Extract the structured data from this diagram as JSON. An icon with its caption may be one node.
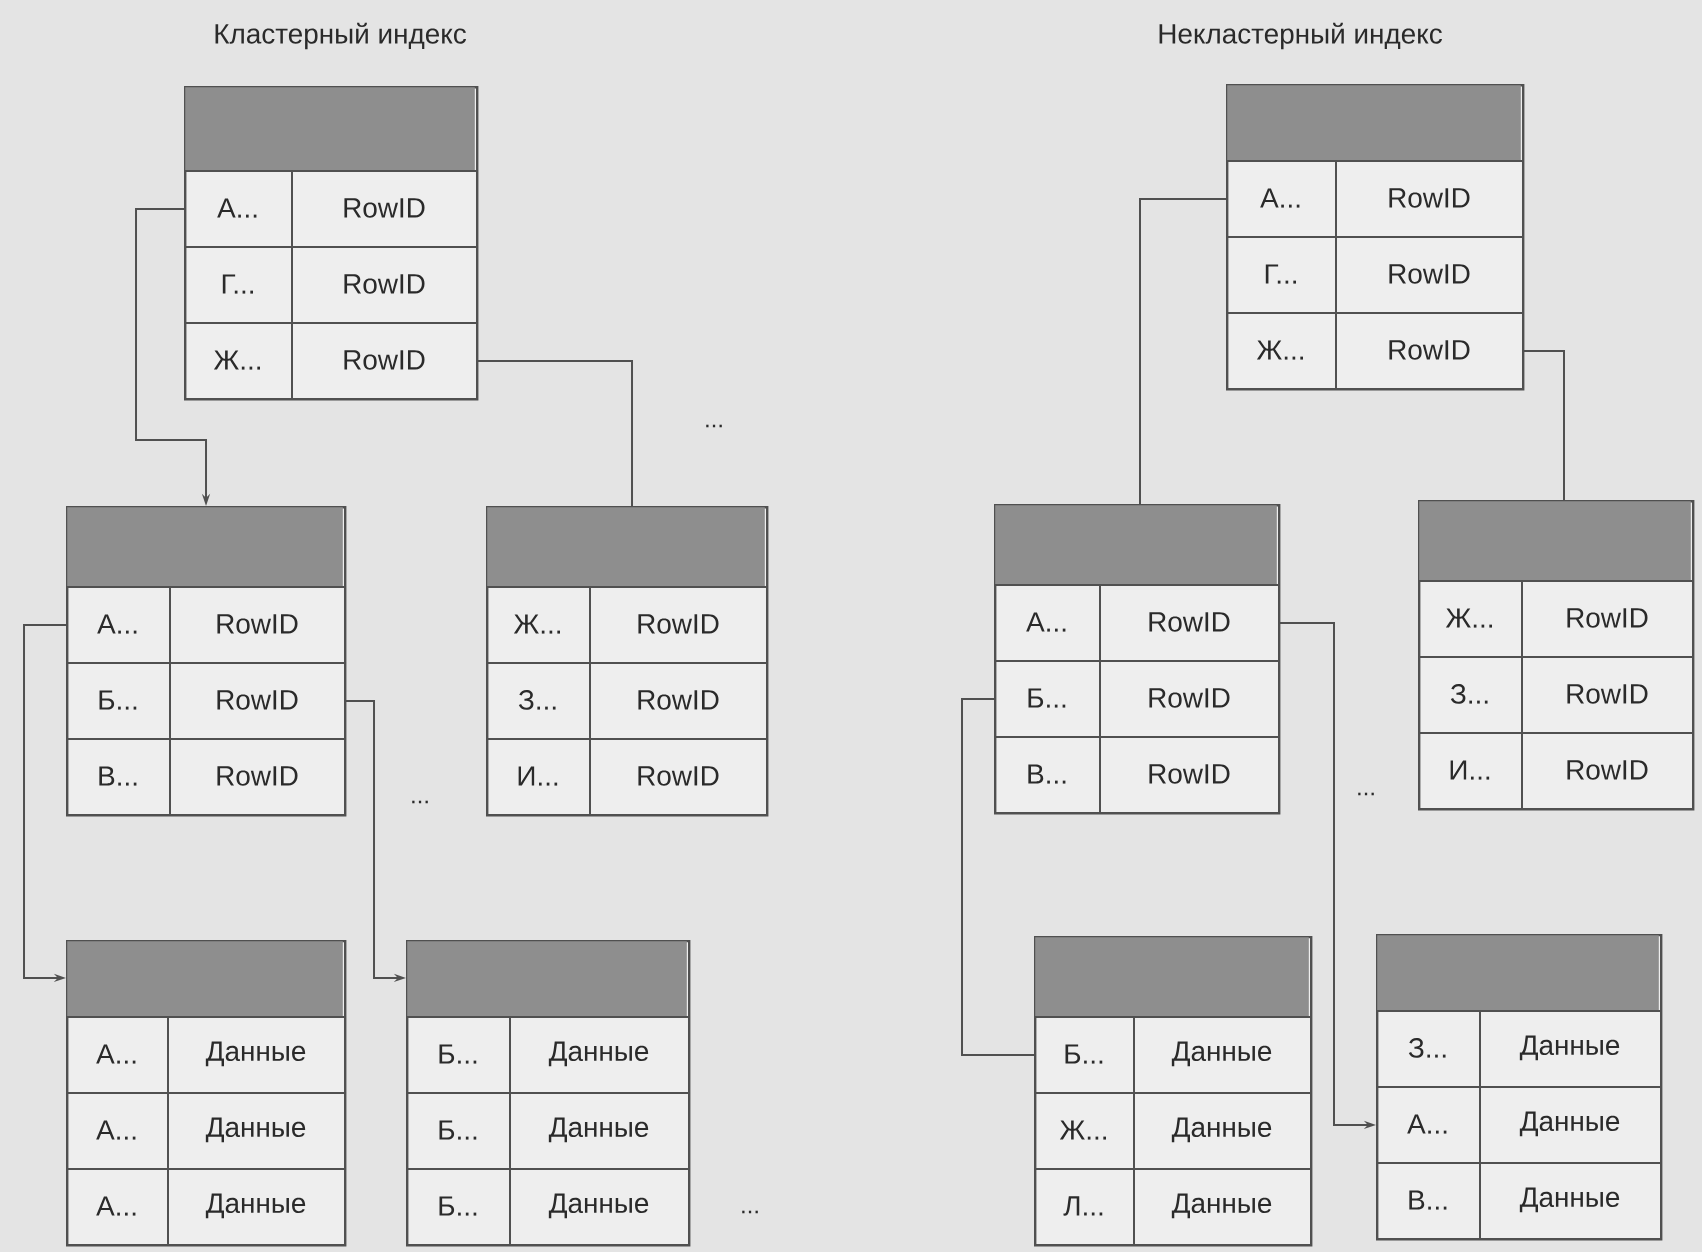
{
  "diagram": {
    "nodes": [
      {
        "text": [],
        "shape": "box"
      },
      {
        "text": [
          "А...",
          "RowID"
        ],
        "in": 0
      },
      {
        "text": [
          "Г...",
          "RowID"
        ],
        "in": 0
      },
      {
        "text": [
          "Ж...",
          "RowID"
        ],
        "in": 0
      },
      {
        "text": [],
        "shape": "box"
      },
      {
        "text": [
          "А...",
          "RowID"
        ],
        "in": 4
      },
      {
        "text": [
          "Б...",
          "RowID"
        ],
        "in": 4
      },
      {
        "text": [
          "В...",
          "RowID"
        ],
        "in": 4
      },
      {
        "text": [],
        "shape": "box"
      },
      {
        "text": [
          "Ж...",
          "RowID"
        ],
        "in": 8
      },
      {
        "text": [
          "З...",
          "RowID"
        ],
        "in": 8
      },
      {
        "text": [
          "И...",
          "RowID"
        ],
        "in": 8
      },
      {
        "text": [],
        "shape": "box"
      },
      {
        "text": [
          "А...",
          "Данные"
        ],
        "in": 12
      },
      {
        "text": [
          "А...",
          "Данные"
        ],
        "in": 12
      },
      {
        "text": [
          "А...",
          "Данные"
        ],
        "in": 12
      },
      {
        "text": [],
        "shape": "box"
      },
      {
        "text": [
          "Б...",
          "Данные"
        ],
        "in": 16
      },
      {
        "text": [
          "Б...",
          "Данные"
        ],
        "in": 16
      },
      {
        "text": [
          "Б...",
          "Данные"
        ],
        "in": 16
      },
      {
        "text": [],
        "shape": "box"
      },
      {
        "text": [
          "А...",
          "RowID"
        ],
        "in": 20
      },
      {
        "text": [
          "Г...",
          "RowID"
        ],
        "in": 20
      },
      {
        "text": [
          "Ж...",
          "RowID"
        ],
        "in": 20
      },
      {
        "text": [],
        "shape": "box"
      },
      {
        "text": [
          "А...",
          "RowID"
        ],
        "in": 24
      },
      {
        "text": [
          "Б...",
          "RowID"
        ],
        "in": 24
      },
      {
        "text": [
          "В...",
          "RowID"
        ],
        "in": 24
      },
      {
        "text": [],
        "shape": "box"
      },
      {
        "text": [
          "Ж...",
          "RowID"
        ],
        "in": 28
      },
      {
        "text": [
          "З...",
          "RowID"
        ],
        "in": 28
      },
      {
        "text": [
          "И...",
          "RowID"
        ],
        "in": 28
      },
      {
        "text": [],
        "shape": "box"
      },
      {
        "text": [
          "Б...",
          "Данные"
        ],
        "in": 32
      },
      {
        "text": [
          "Ж...",
          "Данные"
        ],
        "in": 32
      },
      {
        "text": [
          "Л...",
          "Данные"
        ],
        "in": 32
      },
      {
        "text": [],
        "shape": "box"
      },
      {
        "text": [
          "З...",
          "Данные"
        ],
        "in": 36
      },
      {
        "text": [
          "А...",
          "Данные"
        ],
        "in": 36
      },
      {
        "text": [
          "В...",
          "Данные"
        ],
        "in": 36
      }
    ],
    "edges": [
      {
        "from": 1,
        "to": 4,
        "arrow": "to"
      },
      {
        "from": 3,
        "to": 8,
        "arrow": "none"
      },
      {
        "from": 5,
        "to": 12,
        "arrow": "to"
      },
      {
        "from": 6,
        "to": 16,
        "arrow": "to"
      },
      {
        "from": 21,
        "to": 24,
        "arrow": "none"
      },
      {
        "from": 23,
        "to": 28,
        "arrow": "none"
      },
      {
        "from": 25,
        "to": 38,
        "arrow": "to"
      },
      {
        "from": 26,
        "to": 33,
        "arrow": "none"
      }
    ],
    "labels": [
      "Кластерный индекс",
      "Некластерный индекс",
      "...",
      "...",
      "...",
      "..."
    ]
  }
}
